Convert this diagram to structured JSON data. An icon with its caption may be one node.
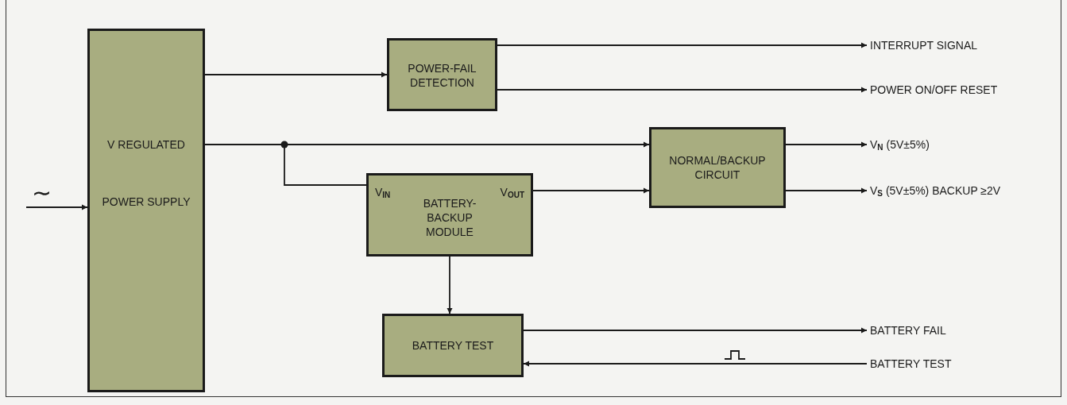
{
  "diagram": {
    "nodes": [
      {
        "text": [
          "V REGULATED",
          "POWER SUPPLY"
        ]
      },
      {
        "text": [
          "POWER-FAIL DETECTION"
        ]
      },
      {
        "text": [
          "V$_{IN}$",
          "V$_{OUT}$",
          "BATTERY- BACKUP MODULE"
        ]
      },
      {
        "text": [
          "NORMAL/BACKUP CIRCUIT"
        ]
      },
      {
        "text": [
          "BATTERY TEST"
        ]
      },
      {
        "text": [
          "INTERRUPT SIGNAL"
        ]
      },
      {
        "text": [
          "POWER ON/OFF RESET"
        ]
      },
      {
        "text": [
          "V$_{N}$ (5V±5%)"
        ]
      },
      {
        "text": [
          "V$_{S}$ (5V±5%) BACKUP ≥2V"
        ]
      },
      {
        "text": [
          "BATTERY FAIL"
        ]
      },
      {
        "text": [
          "BATTERY TEST"
        ]
      }
    ],
    "edges": [
      {
        "from": null,
        "to": 0,
        "arrow": "to",
        "label": "∼"
      },
      {
        "from": 0,
        "to": 1,
        "arrow": "to"
      },
      {
        "from": 0,
        "to": 3,
        "arrow": "to"
      },
      {
        "from": 0,
        "to": 2,
        "arrow": "none"
      },
      {
        "from": 2,
        "to": 3,
        "arrow": "to"
      },
      {
        "from": 2,
        "to": 4,
        "arrow": "to"
      },
      {
        "from": 1,
        "to": 5,
        "arrow": "to"
      },
      {
        "from": 1,
        "to": 6,
        "arrow": "to"
      },
      {
        "from": 3,
        "to": 7,
        "arrow": "to"
      },
      {
        "from": 3,
        "to": 8,
        "arrow": "to"
      },
      {
        "from": 4,
        "to": 9,
        "arrow": "to"
      },
      {
        "from": 10,
        "to": 4,
        "arrow": "to"
      }
    ]
  }
}
